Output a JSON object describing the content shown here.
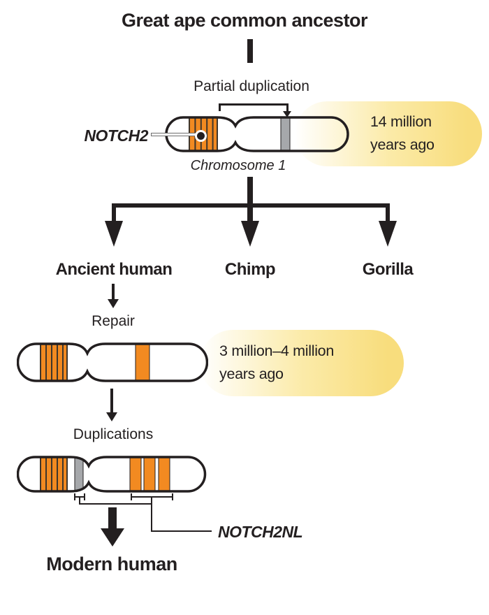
{
  "palette": {
    "ink": "#231F20",
    "band_orange": "#F28A21",
    "band_gray": "#A6A8AB",
    "highlight_yellow": "#F8DD7D"
  },
  "header": {
    "title": "Great ape common ancestor"
  },
  "ancestor_stage": {
    "event_label": "Partial duplication",
    "gene_label": "NOTCH2",
    "chromosome_caption": "Chromosome 1",
    "time_badge": {
      "line1": "14 million",
      "line2": "years ago"
    }
  },
  "lineages": {
    "human": "Ancient human",
    "chimp": "Chimp",
    "gorilla": "Gorilla"
  },
  "repair_stage": {
    "event_label": "Repair",
    "time_badge": {
      "line1": "3 million–4 million",
      "line2": "years ago"
    }
  },
  "duplication_stage": {
    "event_label": "Duplications",
    "gene_label": "NOTCH2NL"
  },
  "result": {
    "label": "Modern human"
  }
}
